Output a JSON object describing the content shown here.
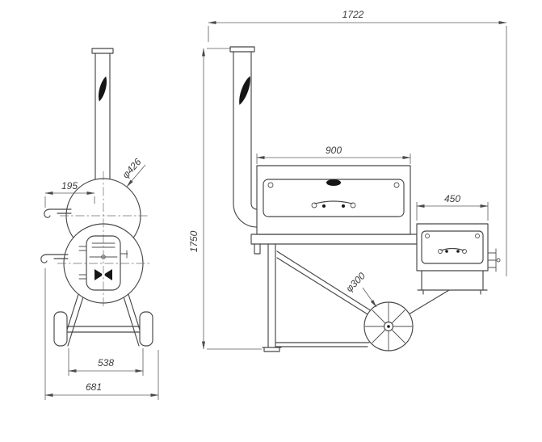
{
  "drawing": {
    "type": "technical_drawing",
    "subject": "offset barrel smoker grill, front and side orthographic views with dimensions",
    "front_view": {
      "dim_chimney_offset": "195",
      "dim_wheel_track": "538",
      "dim_overall_width": "681",
      "label_chamber_diameter": "φ426"
    },
    "side_view": {
      "dim_overall_length": "1722",
      "dim_overall_height": "1750",
      "dim_main_chamber_length": "900",
      "dim_firebox_length": "450",
      "label_wheel_diameter": "φ300"
    },
    "colors": {
      "background": "#ffffff",
      "outline": "#474747",
      "dimension": "#5c5c5c",
      "dark_fill": "#161616"
    }
  }
}
